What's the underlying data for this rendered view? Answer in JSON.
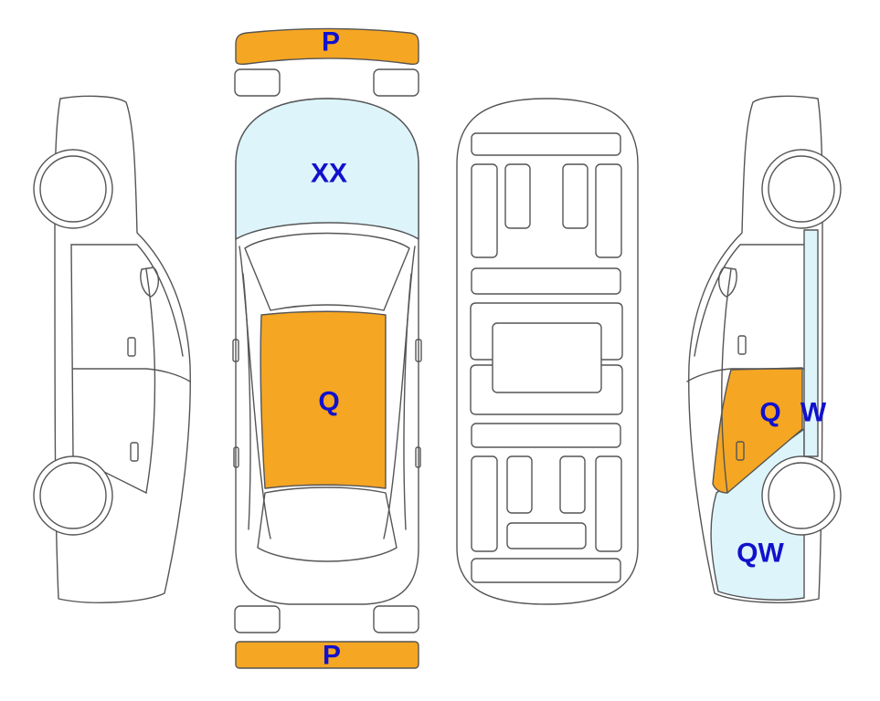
{
  "colors": {
    "damage_orange": "#F5A623",
    "damage_lightblue": "#DDF4FB",
    "label_blue": "#1111CC",
    "outline": "#555555"
  },
  "labels": {
    "front_bumper": "P",
    "hood": "XX",
    "roof": "Q",
    "rear_bumper": "P",
    "right_rear_door": "Q",
    "right_rear_pillar": "W",
    "right_rear_quarter": "QW"
  }
}
